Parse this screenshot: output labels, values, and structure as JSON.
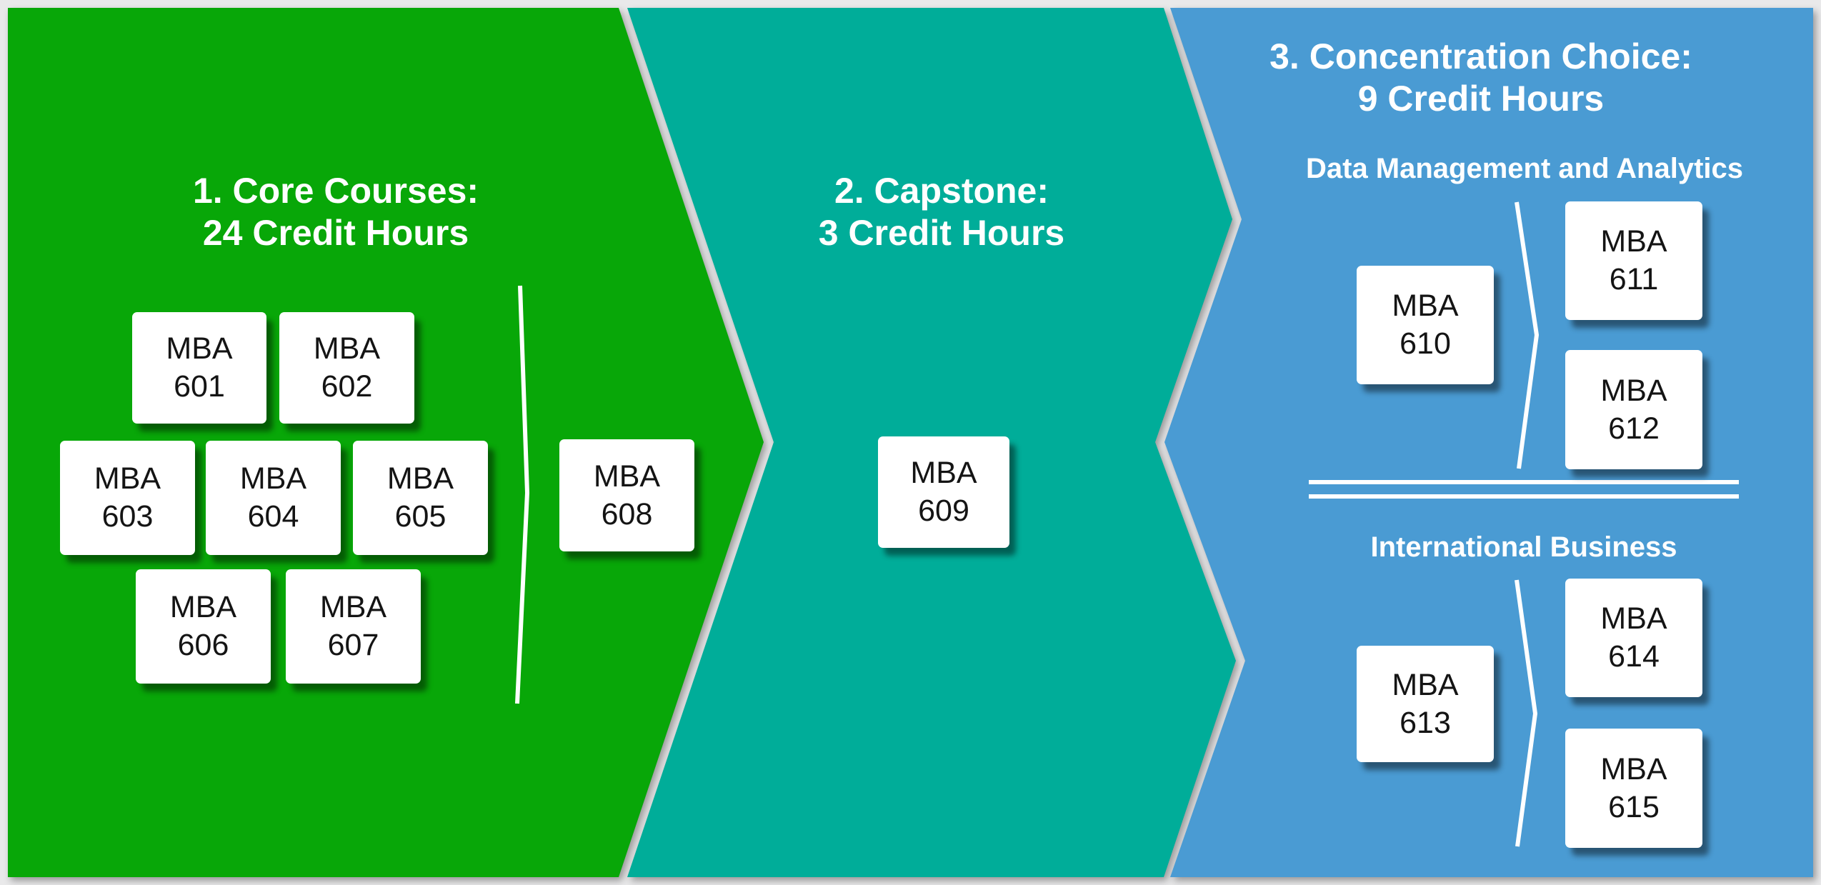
{
  "colors": {
    "background": "#e9e9ea",
    "core_green": "#08a708",
    "capstone_teal": "#00ad99",
    "concentration_blue": "#4a9bd3",
    "box_fill": "#ffffff",
    "box_text": "#141414",
    "connector_white": "#ffffff"
  },
  "stages": [
    {
      "name": "Core Courses",
      "title": [
        "1. Core Courses:",
        "24 Credit Hours"
      ],
      "color": "#08a708",
      "courses": [
        {
          "line1": "MBA",
          "line2": "601"
        },
        {
          "line1": "MBA",
          "line2": "602"
        },
        {
          "line1": "MBA",
          "line2": "603"
        },
        {
          "line1": "MBA",
          "line2": "604"
        },
        {
          "line1": "MBA",
          "line2": "605"
        },
        {
          "line1": "MBA",
          "line2": "606"
        },
        {
          "line1": "MBA",
          "line2": "607"
        },
        {
          "line1": "MBA",
          "line2": "608"
        }
      ]
    },
    {
      "name": "Capstone",
      "title": [
        "2. Capstone:",
        "3 Credit Hours"
      ],
      "color": "#00ad99",
      "courses": [
        {
          "line1": "MBA",
          "line2": "609"
        }
      ]
    },
    {
      "name": "Concentration Choice",
      "title": [
        "3. Concentration Choice:",
        "9 Credit Hours"
      ],
      "color": "#4a9bd3",
      "tracks": [
        {
          "label": "Data Management and Analytics",
          "courses": [
            {
              "line1": "MBA",
              "line2": "610"
            },
            {
              "line1": "MBA",
              "line2": "611"
            },
            {
              "line1": "MBA",
              "line2": "612"
            }
          ]
        },
        {
          "label": "International Business",
          "courses": [
            {
              "line1": "MBA",
              "line2": "613"
            },
            {
              "line1": "MBA",
              "line2": "614"
            },
            {
              "line1": "MBA",
              "line2": "615"
            }
          ]
        }
      ]
    }
  ]
}
